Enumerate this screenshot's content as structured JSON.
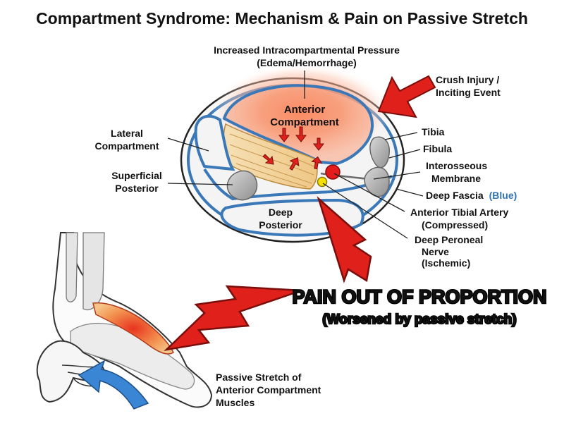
{
  "title": "Compartment Syndrome: Mechanism & Pain on Passive Stretch",
  "labels": {
    "pressure_line1": "Increased Intracompartmental Pressure",
    "pressure_line2": "(Edema/Hemorrhage)",
    "crush_line1": "Crush Injury /",
    "crush_line2": "Inciting Event",
    "anterior_line1": "Anterior",
    "anterior_line2": "Compartment",
    "lateral_line1": "Lateral",
    "lateral_line2": "Compartment",
    "superficial_line1": "Superficial",
    "superficial_line2": "Posterior",
    "deep_line1": "Deep",
    "deep_line2": "Posterior",
    "tibia": "Tibia",
    "fibula": "Fibula",
    "interosseous_line1": "Interosseous",
    "interosseous_line2": "Membrane",
    "deep_fascia": "Deep Fascia",
    "deep_fascia_color": "(Blue)",
    "artery_line1": "Anterior Tibial Artery",
    "artery_line2": "(Compressed)",
    "nerve_line1": "Deep Peroneal",
    "nerve_line2": "Nerve",
    "nerve_line3": "(Ischemic)",
    "pain_main": "PAIN OUT OF PROPORTION",
    "pain_sub": "(Worsened by passive stretch)",
    "stretch_line1": "Passive Stretch of",
    "stretch_line2": "Anterior Compartment",
    "stretch_line3": "Muscles"
  },
  "colors": {
    "fascia_blue": "#3a78b8",
    "arrow_red": "#e0201b",
    "muscle_tan": "#f2d39a",
    "pressure_glow": "#f4704a",
    "artery_red": "#e31b1b",
    "nerve_yellow": "#f5e000",
    "bone_gray": "#a9a9a9",
    "stretch_arrow_blue": "#3a86d4"
  },
  "icons": {
    "crush_arrow": "big-red-arrow-icon",
    "pain_bolt": "lightning-bolt-icon",
    "stretch_arrow": "curved-blue-arrow-icon"
  }
}
